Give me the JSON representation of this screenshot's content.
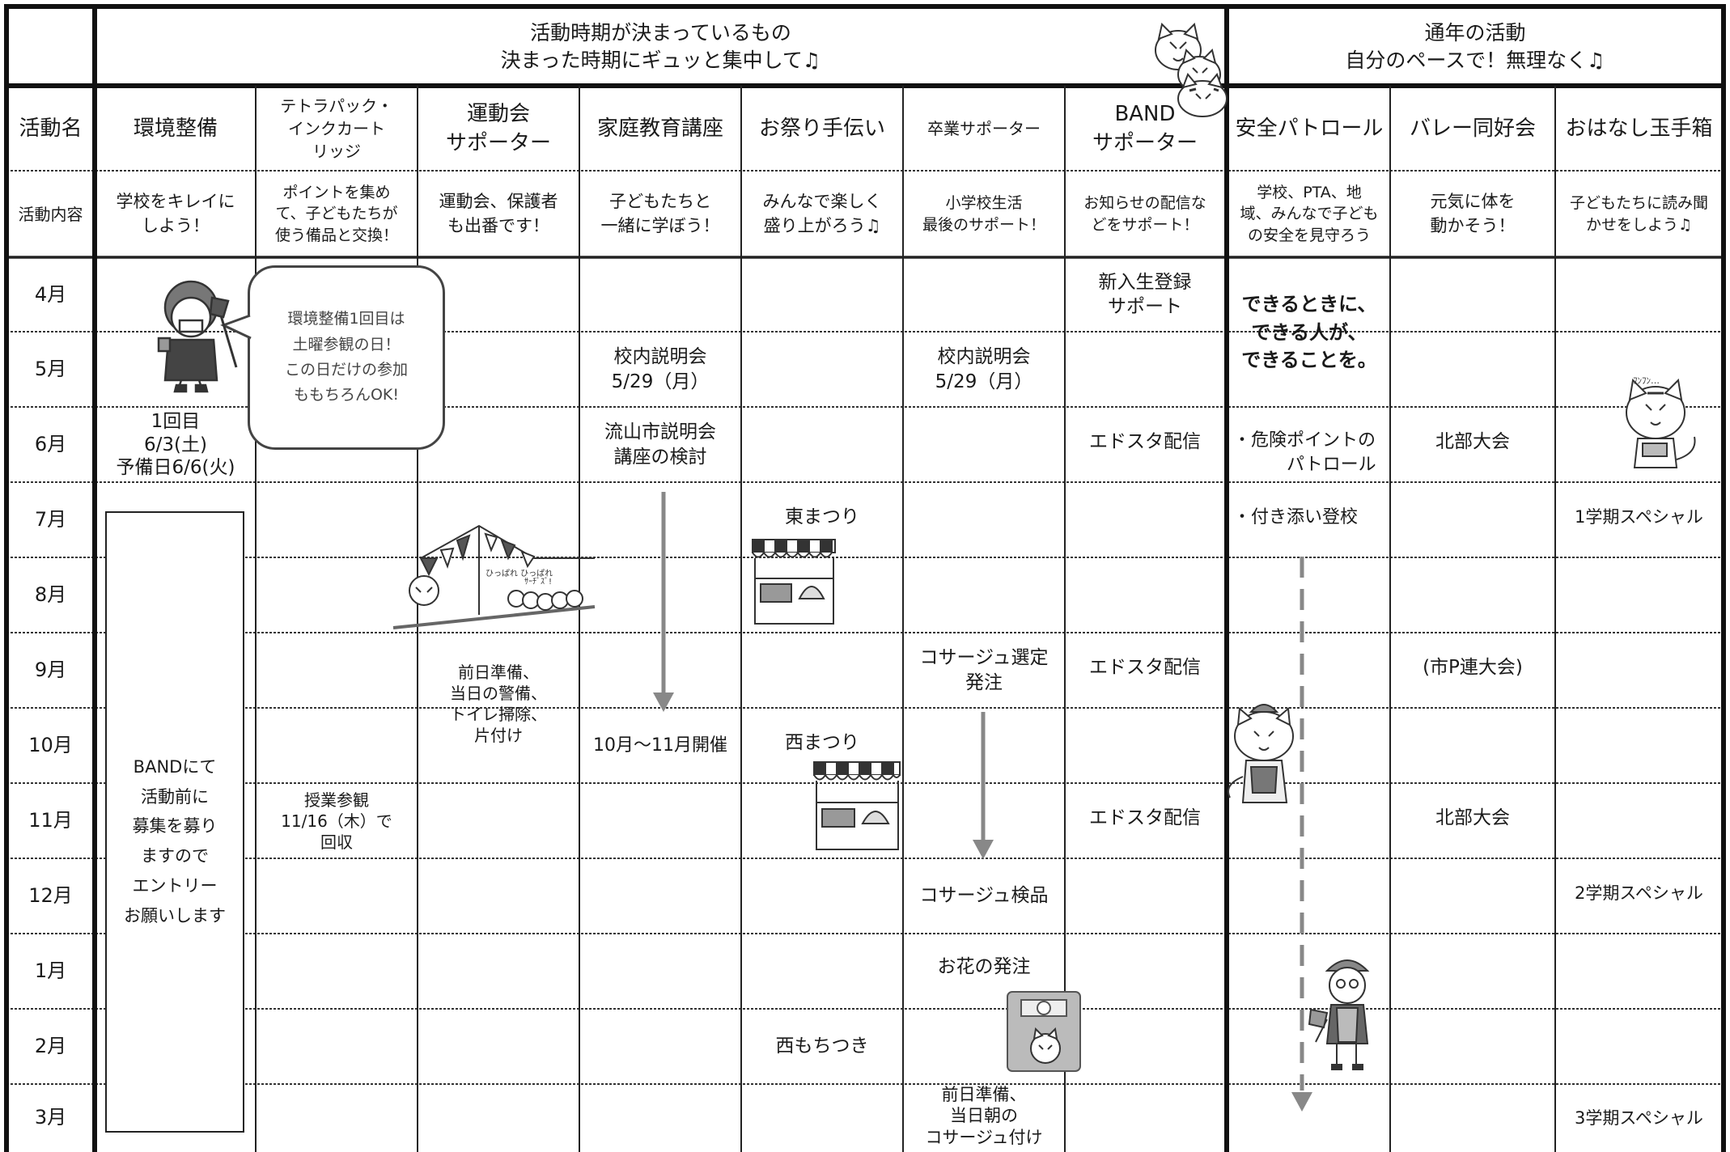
{
  "header": {
    "seasonal": {
      "line1": "活動時期が決まっているもの",
      "line2": "決まった時期にギュッと集中して♫"
    },
    "yearround": {
      "line1": "通年の活動",
      "line2": "自分のペースで！無理なく♫"
    }
  },
  "labels": {
    "activity_name": "活動名",
    "activity_content": "活動内容"
  },
  "activities": [
    {
      "name": "環境整備",
      "desc": "学校をキレイに\nしよう！"
    },
    {
      "name": "テトラパック・\nインクカート\nリッジ",
      "desc": "ポイントを集め\nて、子どもたちが\n使う備品と交換！"
    },
    {
      "name": "運動会\nサポーター",
      "desc": "運動会、保護者\nも出番です！"
    },
    {
      "name": "家庭教育講座",
      "desc": "子どもたちと\n一緒に学ぼう！"
    },
    {
      "name": "お祭り手伝い",
      "desc": "みんなで楽しく\n盛り上がろう♫"
    },
    {
      "name": "卒業サポーター",
      "desc": "小学校生活\n最後のサポート！"
    },
    {
      "name": "BAND\nサポーター",
      "desc": "お知らせの配信な\nどをサポート！"
    },
    {
      "name": "安全パトロール",
      "desc": "学校、PTA、地\n域、みんなで子ども\nの安全を見守ろう"
    },
    {
      "name": "バレー同好会",
      "desc": "元気に体を\n動かそう！"
    },
    {
      "name": "おはなし玉手箱",
      "desc": "子どもたちに読み聞\nかせをしよう♫"
    }
  ],
  "months": [
    "4月",
    "5月",
    "6月",
    "7月",
    "8月",
    "9月",
    "10月",
    "11月",
    "12月",
    "1月",
    "2月",
    "3月"
  ],
  "events": {
    "env_june": "1回目\n6/3(土)\n予備日6/6(火)",
    "env_band": "BANDにて\n活動前に\n募集を募り\nますので\nエントリー\nお願いします",
    "env_bubble": "環境整備1回目は\n土曜参観の日！\nこの日だけの参加\nももちろんOK!",
    "tetra_nov": "授業参観\n11/16（木）で\n回収",
    "sports_sep": "前日準備、\n当日の警備、\nトイレ掃除、\n片付け",
    "edu_may": "校内説明会\n5/29（月）",
    "edu_june": "流山市説明会\n講座の検討",
    "edu_oct": "10月～11月開催",
    "fest_july": "東まつり",
    "fest_oct": "西まつり",
    "fest_feb": "西もちつき",
    "grad_may": "校内説明会\n5/29（月）",
    "grad_sep": "コサージュ選定\n発注",
    "grad_dec": "コサージュ検品",
    "grad_jan": "お花の発注",
    "grad_mar": "前日準備、\n当日朝の\nコサージュ付け",
    "band_apr": "新入生登録\nサポート",
    "band_june": "エドスタ配信",
    "band_sep": "エドスタ配信",
    "band_nov": "エドスタ配信",
    "safety_motto": "できるときに、\nできる人が、\nできることを。",
    "safety_june": "・危険ポイントの\n　　　パトロール",
    "safety_july": "・付き添い登校",
    "volley_june": "北部大会",
    "volley_sep": "(市P連大会)",
    "volley_nov": "北部大会",
    "story_july": "1学期スペシャル",
    "story_dec": "2学期スペシャル",
    "story_mar": "3学期スペシャル"
  },
  "decor": {
    "tiger_caption_top": "ﾌﾝﾌﾝ…",
    "sports_flag_text": "ひっぱれ\nひっぱれ",
    "sports_cheer_text": "ｻｰﾁﾞｽﾞ!"
  },
  "icons": [
    "tiger-cat-group-icon",
    "cleaning-girl-icon",
    "tug-of-war-icon",
    "food-stall-icon",
    "food-stall-icon",
    "tiger-cat-crossing-guard-icon",
    "tiger-cat-reading-icon",
    "school-building-tiger-icon",
    "crossing-guard-man-icon",
    "down-arrow-icon"
  ]
}
